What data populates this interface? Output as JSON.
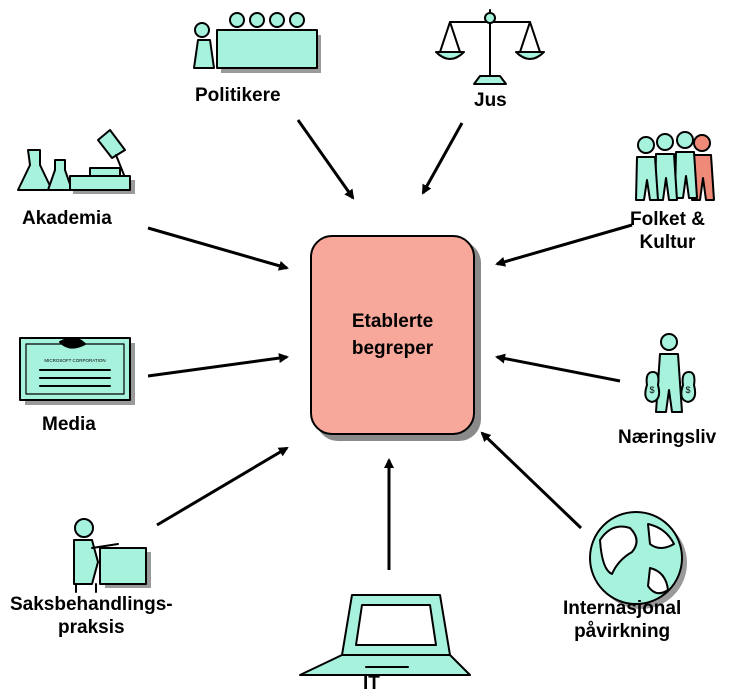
{
  "center": {
    "line1": "Etablerte",
    "line2": "begreper",
    "fill": "#f8a89a"
  },
  "colors": {
    "icon_fill": "#a6f2dd",
    "icon_accent": "#f08a78",
    "arrow": "#000000"
  },
  "nodes": [
    {
      "id": "politikere",
      "label": "Politikere",
      "icon": "council-icon"
    },
    {
      "id": "jus",
      "label": "Jus",
      "icon": "scales-icon"
    },
    {
      "id": "akademia",
      "label": "Akademia",
      "icon": "lab-microscope-icon"
    },
    {
      "id": "folket",
      "label_line1": "Folket &",
      "label_line2": "Kultur",
      "icon": "people-group-icon"
    },
    {
      "id": "media",
      "label": "Media",
      "icon": "certificate-icon",
      "icon_text": "MICROSOFT CORPORATION"
    },
    {
      "id": "naeringsliv",
      "label": "Næringsliv",
      "icon": "money-bags-person-icon"
    },
    {
      "id": "saksbehandling",
      "label_line1": "Saksbehandlings-",
      "label_line2": "praksis",
      "icon": "desk-worker-icon"
    },
    {
      "id": "it",
      "label": "IT",
      "icon": "laptop-icon"
    },
    {
      "id": "internasjonal",
      "label_line1": "Internasjonal",
      "label_line2": "påvirkning",
      "icon": "globe-icon"
    }
  ]
}
